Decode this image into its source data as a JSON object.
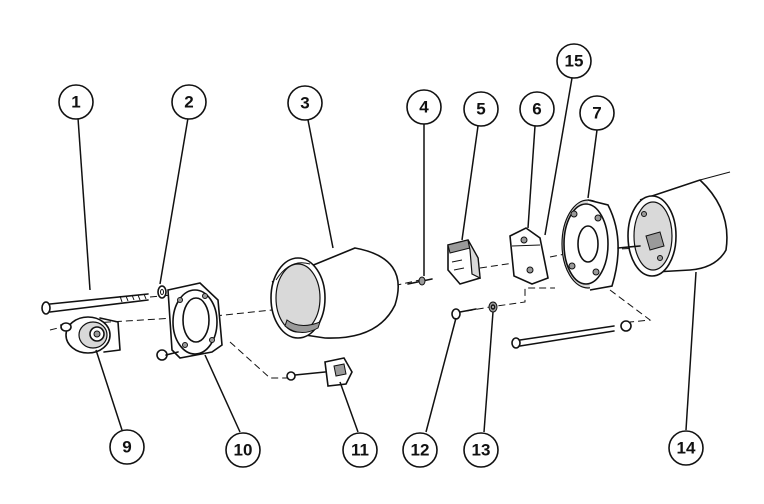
{
  "callouts": [
    "1",
    "2",
    "3",
    "4",
    "5",
    "6",
    "7",
    "9",
    "10",
    "11",
    "12",
    "13",
    "14",
    "15"
  ]
}
